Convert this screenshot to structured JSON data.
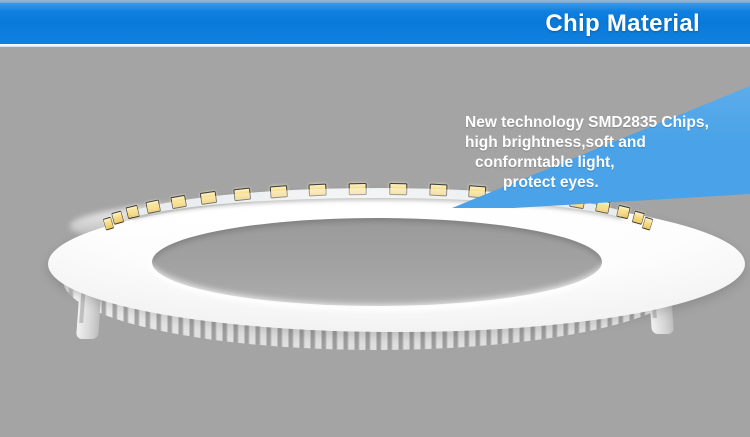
{
  "header": {
    "title": "Chip Material",
    "bar_color": "#0a7ada",
    "title_color": "#ffffff"
  },
  "callout": {
    "background_color": "#4aa3e8",
    "text_color": "#ffffff",
    "lines": [
      "New technology SMD2835 Chips,",
      "high brightness,soft and",
      "conformtable light,",
      "protect eyes."
    ],
    "full_text": "New technology SMD2835 Chips, high brightness,soft and conformtable light, protect eyes."
  },
  "product": {
    "name": "round-led-panel-downlight",
    "body_color": "#ffffff",
    "aperture_color": "#a2a2a2",
    "led_count": 20,
    "led_color": "#f7dc84",
    "led_type": "SMD2835"
  },
  "background": {
    "color": "#a4a4a4"
  }
}
